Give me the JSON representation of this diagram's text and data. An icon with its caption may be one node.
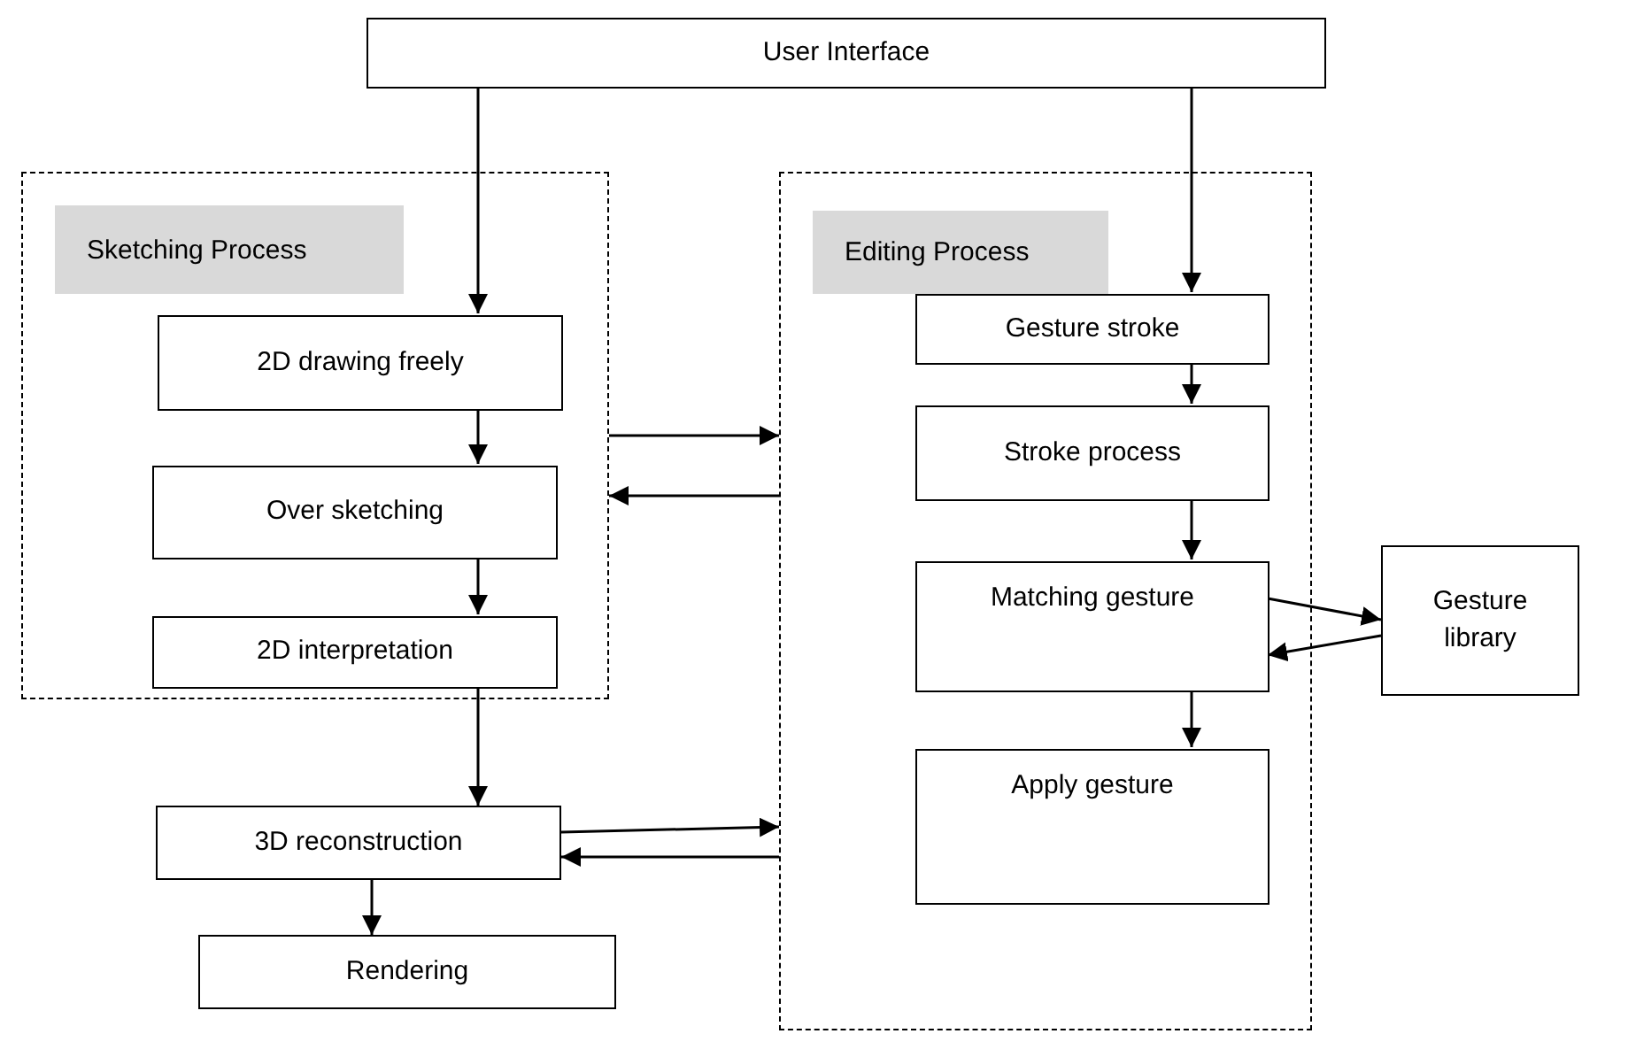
{
  "diagram": {
    "nodes": [
      {
        "text": [
          "User Interface"
        ]
      },
      {
        "text": [
          "Sketching Process"
        ]
      },
      {
        "text": [
          "2D drawing freely"
        ],
        "in": 1
      },
      {
        "text": [
          "Over sketching"
        ],
        "in": 1
      },
      {
        "text": [
          "2D interpretation"
        ],
        "in": 1
      },
      {
        "text": [
          "Editing Process"
        ]
      },
      {
        "text": [
          "Gesture stroke"
        ],
        "in": 5
      },
      {
        "text": [
          "Stroke process"
        ],
        "in": 5
      },
      {
        "text": [
          "Matching gesture"
        ],
        "in": 5
      },
      {
        "text": [
          "Apply gesture"
        ],
        "in": 5
      },
      {
        "text": [
          "Gesture library"
        ]
      },
      {
        "text": [
          "3D reconstruction"
        ]
      },
      {
        "text": [
          "Rendering"
        ]
      }
    ],
    "edges": [
      {
        "from": 0,
        "to": 2,
        "arrow": "to"
      },
      {
        "from": 0,
        "to": 6,
        "arrow": "to"
      },
      {
        "from": 2,
        "to": 3,
        "arrow": "to"
      },
      {
        "from": 3,
        "to": 4,
        "arrow": "to"
      },
      {
        "from": 4,
        "to": 11,
        "arrow": "to"
      },
      {
        "from": 1,
        "to": 5,
        "arrow": "to"
      },
      {
        "from": 5,
        "to": 1,
        "arrow": "to"
      },
      {
        "from": 6,
        "to": 7,
        "arrow": "to"
      },
      {
        "from": 7,
        "to": 8,
        "arrow": "to"
      },
      {
        "from": 8,
        "to": 10,
        "arrow": "to"
      },
      {
        "from": 10,
        "to": 8,
        "arrow": "to"
      },
      {
        "from": 8,
        "to": 9,
        "arrow": "to"
      },
      {
        "from": 11,
        "to": 5,
        "arrow": "to"
      },
      {
        "from": 5,
        "to": 11,
        "arrow": "to"
      },
      {
        "from": 11,
        "to": 12,
        "arrow": "to"
      }
    ]
  }
}
